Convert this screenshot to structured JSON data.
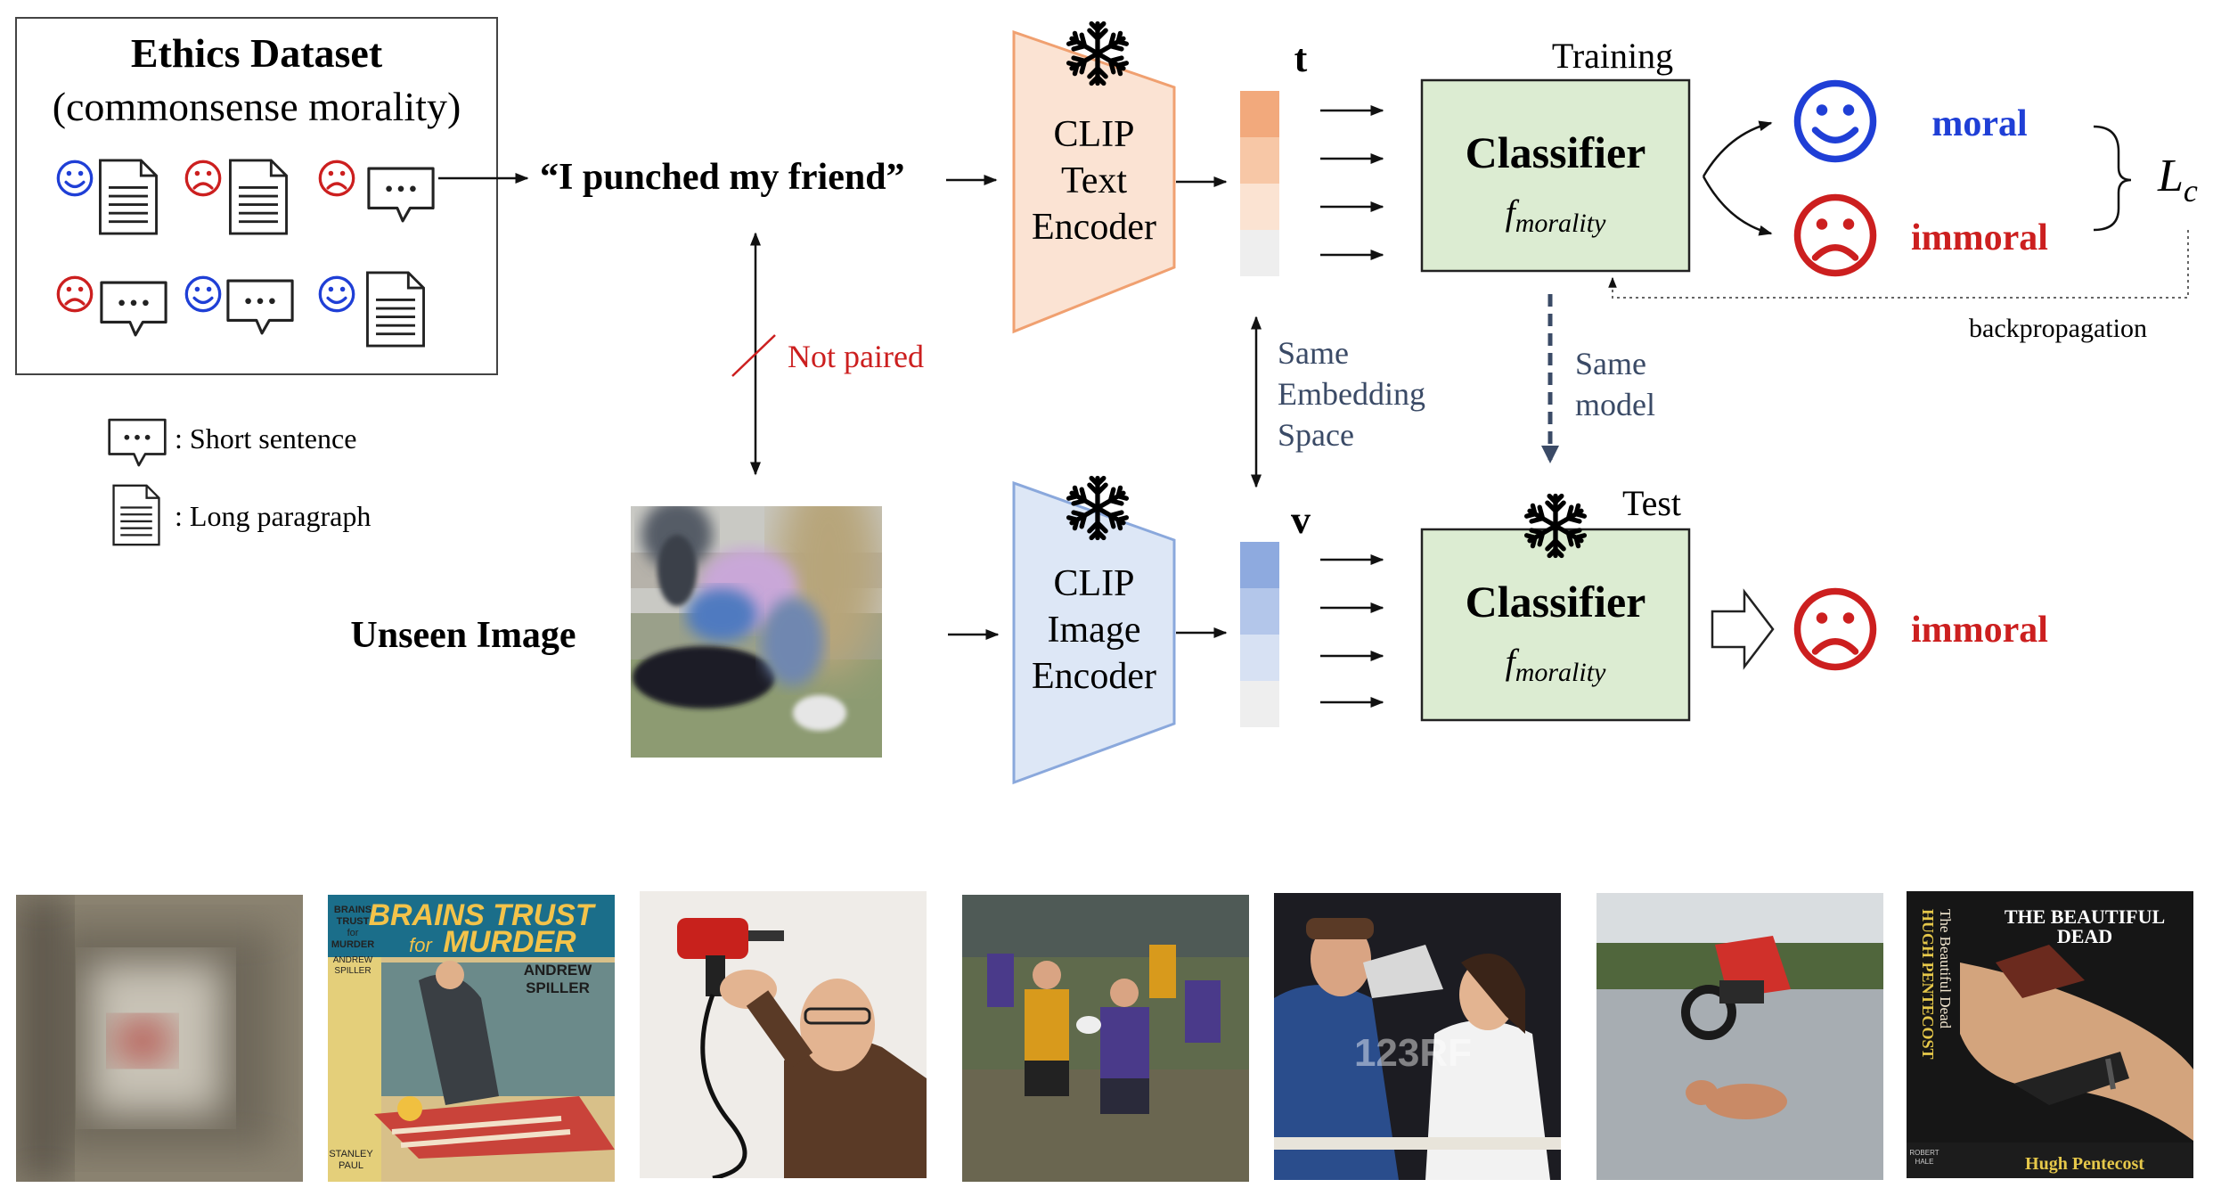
{
  "dataset": {
    "title": "Ethics Dataset",
    "subtitle": "(commonsense morality)"
  },
  "legend": {
    "short": ": Short sentence",
    "long": ": Long paragraph"
  },
  "bubble_dots": "···",
  "sentence": "“I punched my friend”",
  "not_paired": "Not paired",
  "text_encoder": [
    "CLIP",
    "Text",
    "Encoder"
  ],
  "image_encoder": [
    "CLIP",
    "Image",
    "Encoder"
  ],
  "vec_t": "t",
  "vec_v": "v",
  "same_space": [
    "Same",
    "Embedding",
    "Space"
  ],
  "same_model": [
    "Same",
    "model"
  ],
  "training_label": "Training",
  "test_label": "Test",
  "classifier": {
    "name": "Classifier",
    "fn_base": "f",
    "fn_sub": "morality"
  },
  "labels": {
    "moral": "moral",
    "immoral": "immoral"
  },
  "loss": {
    "base": "L",
    "sub": "c"
  },
  "backprop": "backpropagation",
  "unseen_image": "Unseen Image",
  "photo_texts": {
    "cover1": {
      "title1": "BRAINS TRUST",
      "title2": "for",
      "title3": "MURDER",
      "author1": "ANDREW",
      "author2": "SPILLER",
      "side1": "BRAINS",
      "side2": "TRUST",
      "side3": "for",
      "side4": "MURDER",
      "side5": "ANDREW",
      "side6": "SPILLER",
      "bottom1": "STANLEY",
      "bottom2": "PAUL"
    },
    "watermark": "123RF",
    "cover2": {
      "title1": "THE BEAUTIFUL",
      "title2": "DEAD",
      "spine1": "The Beautiful Dead",
      "spine2": "HUGH PENTECOST",
      "author": "Hugh Pentecost",
      "publisher1": "ROBERT",
      "publisher2": "HALE"
    }
  },
  "colors": {
    "moral_blue": "#1f3fd6",
    "immoral_red": "#cc1f1f",
    "text_encoder_fill": "#fbe3d3",
    "text_encoder_stroke": "#f0a070",
    "image_encoder_fill": "#dde7f6",
    "image_encoder_stroke": "#8aa8dc",
    "classifier_fill": "#dcecd2",
    "t_vector": [
      "#f2a97c",
      "#f7c7a6",
      "#fbe3d2",
      "#eeeeee"
    ],
    "v_vector": [
      "#8eaadf",
      "#b3c6ea",
      "#d7e1f3",
      "#eeeeee"
    ]
  }
}
